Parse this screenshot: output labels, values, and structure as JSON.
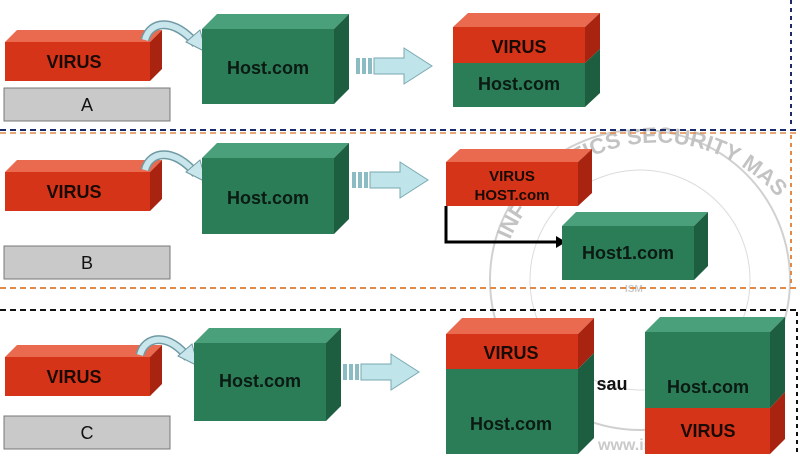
{
  "rows": {
    "a": {
      "label": "A",
      "virus": "VIRUS",
      "host": "Host.com",
      "result_top": "VIRUS",
      "result_bottom": "Host.com"
    },
    "b": {
      "label": "B",
      "virus": "VIRUS",
      "host": "Host.com",
      "result_line1": "VIRUS",
      "result_line2": "HOST.com",
      "result_new": "Host1.com"
    },
    "c": {
      "label": "C",
      "virus": "VIRUS",
      "host": "Host.com",
      "opt1_top": "VIRUS",
      "opt1_bottom": "Host.com",
      "or_word": "sau",
      "opt2_top": "Host.com",
      "opt2_bottom": "VIRUS"
    }
  },
  "watermark": {
    "ring_text": "INFORMATICS SECURITY MASTER",
    "url_text": "www.ism",
    "badge": "ISM"
  },
  "colors": {
    "virus_front": "#d63418",
    "virus_top": "#ea6a50",
    "virus_side": "#a82410",
    "host_front": "#2a7d57",
    "host_top": "#49a07a",
    "host_side": "#1d5e40",
    "arrow_fill": "#bfe4ea",
    "label_box": "#c9c9c9",
    "navy_divider": "#1c2a66",
    "orange_divider": "#e08a4a"
  }
}
